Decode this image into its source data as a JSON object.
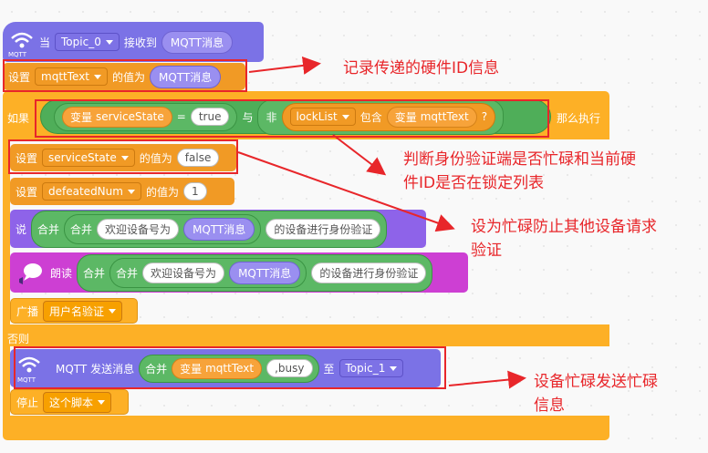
{
  "hat": {
    "when": "当",
    "topic": "Topic_0",
    "received": "接收到",
    "mqtt_msg": "MQTT消息",
    "icon_label": "MQTT"
  },
  "set1": {
    "set": "设置",
    "var": "mqttText",
    "value_is": "的值为",
    "value": "MQTT消息"
  },
  "if_block": {
    "if": "如果",
    "variable": "变量",
    "state_var": "serviceState",
    "eq": "=",
    "true_val": "true",
    "and": "与",
    "not": "非",
    "list": "lockList",
    "contains": "包含",
    "mqtt_var": "mqttText",
    "question": "?",
    "then": "那么执行"
  },
  "set2": {
    "set": "设置",
    "var": "serviceState",
    "value_is": "的值为",
    "value": "false"
  },
  "set3": {
    "set": "设置",
    "var": "defeatedNum",
    "value_is": "的值为",
    "value": "1"
  },
  "say": {
    "say": "说",
    "join": "合并",
    "welcome": "欢迎设备号为",
    "mqtt_msg": "MQTT消息",
    "verify": "的设备进行身份验证"
  },
  "read": {
    "read": "朗读",
    "join": "合并",
    "welcome": "欢迎设备号为",
    "mqtt_msg": "MQTT消息",
    "verify": "的设备进行身份验证"
  },
  "broadcast": {
    "label": "广播",
    "value": "用户名验证"
  },
  "else": "否则",
  "send": {
    "label": "MQTT 发送消息",
    "join": "合并",
    "variable": "变量",
    "var": "mqttText",
    "busy": ",busy",
    "to": "至",
    "topic": "Topic_1",
    "icon_label": "MQTT"
  },
  "stop": {
    "label": "停止",
    "value": "这个脚本"
  },
  "annotations": {
    "a1": "记录传递的硬件ID信息",
    "a2_l1": "判断身份验证端是否忙碌和当前硬",
    "a2_l2": "件ID是否在锁定列表",
    "a3_l1": "设为忙碌防止其他设备请求",
    "a3_l2": "验证",
    "a4_l1": "设备忙碌发送忙碌",
    "a4_l2": "信息"
  },
  "colors": {
    "mqtt": "#7b72e6",
    "control": "#fdb026",
    "variable": "#f19a25",
    "looks": "#8e63e9",
    "sound": "#cd3fd3",
    "operator": "#4fae59",
    "annotation": "#e8262a"
  }
}
